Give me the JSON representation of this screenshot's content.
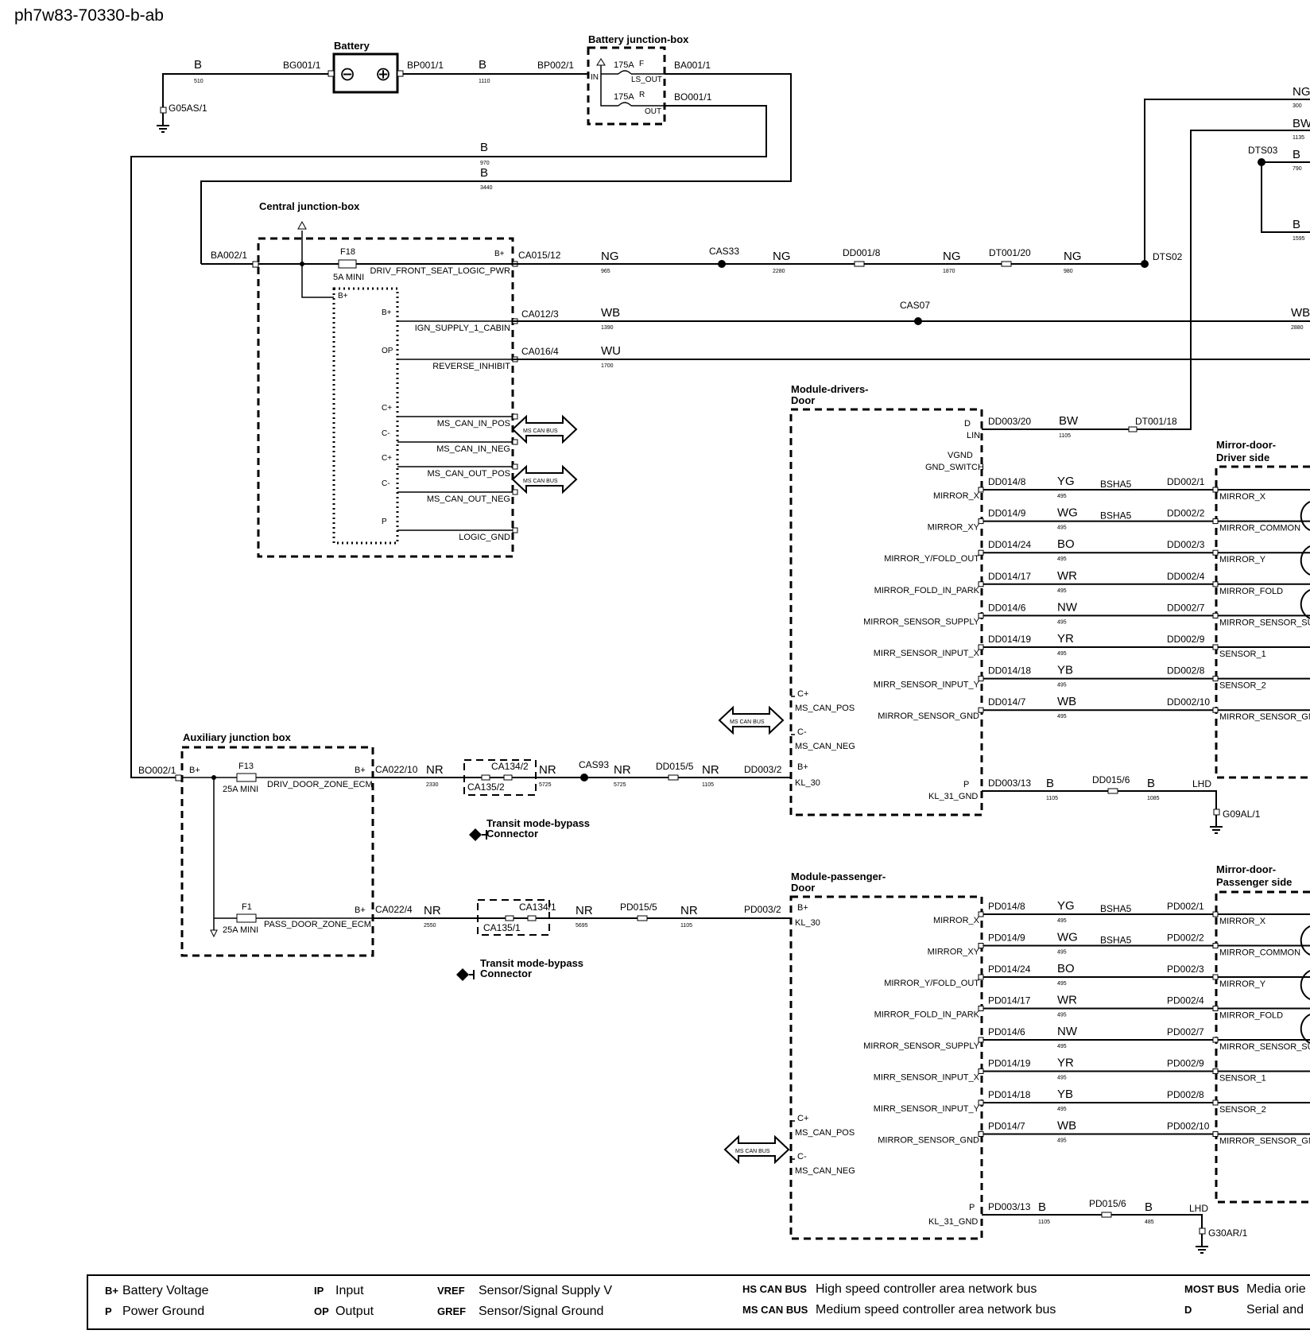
{
  "doc_id": "ph7w83-70330-b-ab",
  "components": {
    "battery": {
      "title": "Battery",
      "minus": "⊖",
      "plus": "⊕"
    },
    "battery_jbox": {
      "title": "Battery junction-box",
      "fuse_amp": "175A",
      "fuse_f": "F",
      "fuse_r": "R",
      "in": "IN",
      "ls_out": "LS_OUT",
      "out": "OUT"
    },
    "central_jbox": {
      "title": "Central junction-box",
      "fuse": "F18",
      "fuse_rating": "5A MINI",
      "bplus": "B+",
      "pins": [
        {
          "kind": "B+",
          "signal": "DRIV_FRONT_SEAT_LOGIC_PWR"
        },
        {
          "kind": "B+",
          "signal": "IGN_SUPPLY_1_CABIN"
        },
        {
          "kind": "OP",
          "signal": "REVERSE_INHIBIT"
        },
        {
          "kind": "C+",
          "signal": "MS_CAN_IN_POS"
        },
        {
          "kind": "C-",
          "signal": "MS_CAN_IN_NEG"
        },
        {
          "kind": "C+",
          "signal": "MS_CAN_OUT_POS"
        },
        {
          "kind": "C-",
          "signal": "MS_CAN_OUT_NEG"
        },
        {
          "kind": "P",
          "signal": "LOGIC_GND"
        }
      ]
    },
    "aux_jbox": {
      "title": "Auxiliary junction box",
      "fuse1": "F13",
      "fuse1_rating": "25A MINI",
      "sig1": "DRIV_DOOR_ZONE_ECM",
      "fuse2": "F1",
      "fuse2_rating": "25A MINI",
      "sig2": "PASS_DOOR_ZONE_ECM",
      "bplus": "B+"
    },
    "transit_connector": {
      "line1": "Transit mode-bypass",
      "line2": "Connector"
    },
    "can_bus_label": "MS CAN BUS",
    "module_drivers": {
      "title1": "Module-drivers-",
      "title2": "Door"
    },
    "module_passenger": {
      "title1": "Module-passenger-",
      "title2": "Door"
    },
    "mirror_driver": {
      "title1": "Mirror-door-",
      "title2": "Driver side"
    },
    "mirror_passenger": {
      "title1": "Mirror-door-",
      "title2": "Passenger side"
    }
  },
  "connectors": {
    "g05as": "G05AS/1",
    "bg001": "BG001/1",
    "bp001": "BP001/1",
    "bp002": "BP002/1",
    "ba001": "BA001/1",
    "bo001": "BO001/1",
    "ba002": "BA002/1",
    "bo002": "BO002/1",
    "ca015": "CA015/12",
    "ca012": "CA012/3",
    "ca016": "CA016/4",
    "cas33": "CAS33",
    "cas07": "CAS07",
    "cas93": "CAS93",
    "dd001": "DD001/8",
    "dt001_20": "DT001/20",
    "dts02": "DTS02",
    "dts03": "DTS03",
    "dd003_20": "DD003/20",
    "dt001_18": "DT001/18",
    "ca022_10": "CA022/10",
    "ca134_2": "CA134/2",
    "ca135_2": "CA135/2",
    "dd015_5": "DD015/5",
    "dd003_2": "DD003/2",
    "dd003_13": "DD003/13",
    "dd015_6": "DD015/6",
    "g09al": "G09AL/1",
    "ca022_4": "CA022/4",
    "ca134_1": "CA134/1",
    "ca135_1": "CA135/1",
    "pd015_5": "PD015/5",
    "pd003_2": "PD003/2",
    "pd003_13": "PD003/13",
    "pd015_6": "PD015/6",
    "g30ar": "G30AR/1",
    "lhd": "LHD"
  },
  "wires": {
    "b510": {
      "color": "B",
      "len": "510"
    },
    "b1110": {
      "color": "B",
      "len": "1110"
    },
    "b970": {
      "color": "B",
      "len": "970"
    },
    "b3440": {
      "color": "B",
      "len": "3440"
    },
    "ng965": {
      "color": "NG",
      "len": "965"
    },
    "ng2280": {
      "color": "NG",
      "len": "2280"
    },
    "ng1870": {
      "color": "NG",
      "len": "1870"
    },
    "ng980": {
      "color": "NG",
      "len": "980"
    },
    "ng300": {
      "color": "NG",
      "len": "300"
    },
    "bw1135": {
      "color": "BW",
      "len": "1135"
    },
    "b790": {
      "color": "B",
      "len": "790"
    },
    "b1595": {
      "color": "B",
      "len": "1595"
    },
    "wb1390": {
      "color": "WB",
      "len": "1390"
    },
    "wb2880": {
      "color": "WB",
      "len": "2880"
    },
    "wu1700": {
      "color": "WU",
      "len": "1700"
    },
    "bw1105": {
      "color": "BW",
      "len": "1105"
    },
    "nr2330": {
      "color": "NR",
      "len": "2330"
    },
    "nr5725a": {
      "color": "NR",
      "len": "5725"
    },
    "nr5725b": {
      "color": "NR",
      "len": "5725"
    },
    "nr1105d": {
      "color": "NR",
      "len": "1105"
    },
    "b1105d": {
      "color": "B",
      "len": "1105"
    },
    "b1085": {
      "color": "B",
      "len": "1085"
    },
    "nr2550": {
      "color": "NR",
      "len": "2550"
    },
    "nr5695": {
      "color": "NR",
      "len": "5695"
    },
    "nr1105p": {
      "color": "NR",
      "len": "1105"
    },
    "b1105p": {
      "color": "B",
      "len": "1105"
    },
    "b485": {
      "color": "B",
      "len": "485"
    }
  },
  "door_module_pins": {
    "drivers": [
      {
        "k": "D",
        "sig": "LIN"
      },
      {
        "k": "VGND",
        "sig": "GND_SWITCH"
      },
      {
        "k": "C+",
        "sig": "MS_CAN_POS"
      },
      {
        "k": "C-",
        "sig": "MS_CAN_NEG"
      },
      {
        "k": "B+",
        "sig": "KL_30"
      },
      {
        "k": "P",
        "sig": "KL_31_GND"
      }
    ],
    "passenger": [
      {
        "k": "B+",
        "sig": "KL_30"
      },
      {
        "k": "C+",
        "sig": "MS_CAN_POS"
      },
      {
        "k": "C-",
        "sig": "MS_CAN_NEG"
      },
      {
        "k": "P",
        "sig": "KL_31_GND"
      }
    ]
  },
  "mirror_rows_driver": [
    {
      "sig": "MIRROR_X",
      "conn": "DD014/8",
      "color": "YG",
      "len": "495",
      "shield": "BSHA5",
      "mconn": "DD002/1",
      "msig": "MIRROR_X"
    },
    {
      "sig": "MIRROR_XY",
      "conn": "DD014/9",
      "color": "WG",
      "len": "495",
      "shield": "BSHA5",
      "mconn": "DD002/2",
      "msig": "MIRROR_COMMON"
    },
    {
      "sig": "MIRROR_Y/FOLD_OUT",
      "conn": "DD014/24",
      "color": "BO",
      "len": "495",
      "shield": "",
      "mconn": "DD002/3",
      "msig": "MIRROR_Y"
    },
    {
      "sig": "MIRROR_FOLD_IN_PARK",
      "conn": "DD014/17",
      "color": "WR",
      "len": "495",
      "shield": "",
      "mconn": "DD002/4",
      "msig": "MIRROR_FOLD"
    },
    {
      "sig": "MIRROR_SENSOR_SUPPLY",
      "conn": "DD014/6",
      "color": "NW",
      "len": "495",
      "shield": "",
      "mconn": "DD002/7",
      "msig": "MIRROR_SENSOR_SU"
    },
    {
      "sig": "MIRR_SENSOR_INPUT_X",
      "conn": "DD014/19",
      "color": "YR",
      "len": "495",
      "shield": "",
      "mconn": "DD002/9",
      "msig": "SENSOR_1"
    },
    {
      "sig": "MIRR_SENSOR_INPUT_Y",
      "conn": "DD014/18",
      "color": "YB",
      "len": "495",
      "shield": "",
      "mconn": "DD002/8",
      "msig": "SENSOR_2"
    },
    {
      "sig": "MIRROR_SENSOR_GND",
      "conn": "DD014/7",
      "color": "WB",
      "len": "495",
      "shield": "",
      "mconn": "DD002/10",
      "msig": "MIRROR_SENSOR_GN"
    }
  ],
  "mirror_rows_passenger": [
    {
      "sig": "MIRROR_X",
      "conn": "PD014/8",
      "color": "YG",
      "len": "495",
      "shield": "BSHA5",
      "mconn": "PD002/1",
      "msig": "MIRROR_X"
    },
    {
      "sig": "MIRROR_XY",
      "conn": "PD014/9",
      "color": "WG",
      "len": "495",
      "shield": "BSHA5",
      "mconn": "PD002/2",
      "msig": "MIRROR_COMMON"
    },
    {
      "sig": "MIRROR_Y/FOLD_OUT",
      "conn": "PD014/24",
      "color": "BO",
      "len": "495",
      "shield": "",
      "mconn": "PD002/3",
      "msig": "MIRROR_Y"
    },
    {
      "sig": "MIRROR_FOLD_IN_PARK",
      "conn": "PD014/17",
      "color": "WR",
      "len": "495",
      "shield": "",
      "mconn": "PD002/4",
      "msig": "MIRROR_FOLD"
    },
    {
      "sig": "MIRROR_SENSOR_SUPPLY",
      "conn": "PD014/6",
      "color": "NW",
      "len": "495",
      "shield": "",
      "mconn": "PD002/7",
      "msig": "MIRROR_SENSOR_SU"
    },
    {
      "sig": "MIRR_SENSOR_INPUT_X",
      "conn": "PD014/19",
      "color": "YR",
      "len": "495",
      "shield": "",
      "mconn": "PD002/9",
      "msig": "SENSOR_1"
    },
    {
      "sig": "MIRR_SENSOR_INPUT_Y",
      "conn": "PD014/18",
      "color": "YB",
      "len": "495",
      "shield": "",
      "mconn": "PD002/8",
      "msig": "SENSOR_2"
    },
    {
      "sig": "MIRROR_SENSOR_GND",
      "conn": "PD014/7",
      "color": "WB",
      "len": "495",
      "shield": "",
      "mconn": "PD002/10",
      "msig": "MIRROR_SENSOR_GN"
    }
  ],
  "legend": [
    {
      "abbr": "B+",
      "desc": "Battery Voltage"
    },
    {
      "abbr": "P",
      "desc": "Power Ground"
    },
    {
      "abbr": "IP",
      "desc": "Input"
    },
    {
      "abbr": "OP",
      "desc": "Output"
    },
    {
      "abbr": "VREF",
      "desc": "Sensor/Signal Supply V"
    },
    {
      "abbr": "GREF",
      "desc": "Sensor/Signal Ground"
    },
    {
      "abbr": "HS CAN BUS",
      "desc": "High speed controller area network bus"
    },
    {
      "abbr": "MS CAN BUS",
      "desc": "Medium speed controller area network bus"
    },
    {
      "abbr": "MOST BUS",
      "desc": "Media orie"
    },
    {
      "abbr": "D",
      "desc": "Serial and"
    }
  ]
}
